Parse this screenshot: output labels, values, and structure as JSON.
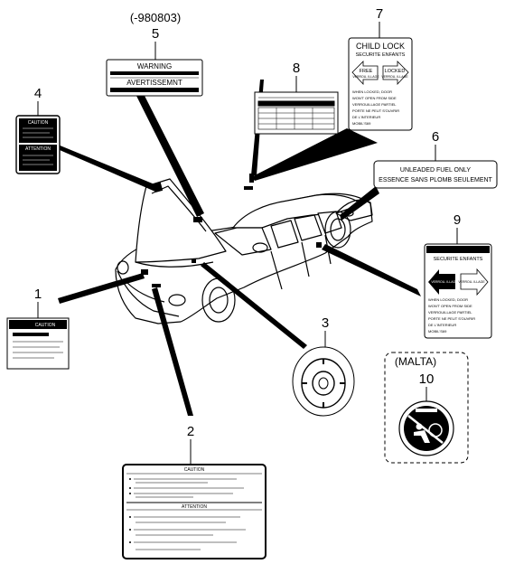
{
  "callouts": [
    {
      "num": "1"
    },
    {
      "num": "2"
    },
    {
      "num": "3"
    },
    {
      "num": "4"
    },
    {
      "num": "5"
    },
    {
      "num": "6"
    },
    {
      "num": "7"
    },
    {
      "num": "8"
    },
    {
      "num": "9"
    },
    {
      "num": "10"
    }
  ],
  "notes": {
    "item5": "(-980803)",
    "item10": "(MALTA)"
  },
  "labels": {
    "item1": {
      "title": "CAUTION"
    },
    "item2": {
      "top_title": "CAUTION",
      "bottom_title": "ATTENTION"
    },
    "item4": {
      "top": "CAUTION",
      "bottom": "ATTENTION"
    },
    "item5": {
      "line1": "WARNING",
      "line2": "AVERTISSEMNT"
    },
    "item6": {
      "line1": "UNLEADED FUEL ONLY",
      "line2": "ESSENCE SANS PLOMB SEULEMENT"
    },
    "item7": {
      "title": "CHILD LOCK",
      "subtitle": "SECURITE ENFANTS",
      "free": "FREE",
      "free_fr": "VERROU- ILLAGE",
      "locked": "LOCKED",
      "locked_fr": "VERROU- ILLAGE",
      "lines": [
        "WHEN LOCKED, DOOR",
        "WON'T OPEN FROM SIDE",
        "VERROUILLAGE PARTIEL",
        "PORTE NE PEUT S'OUVRIR",
        "DE L'INTERIEUR",
        "MOBIL'S69"
      ]
    },
    "item9": {
      "subtitle": "SECURITE ENFANTS",
      "free_fr": "VERROU- ILLAGE",
      "locked_fr": "VERROU- ILLAGE",
      "lines": [
        "WHEN LOCKED, DOOR",
        "WON'T OPEN FROM SIDE",
        "VERROUILLAGE PARTIEL",
        "PORTE NE PEUT S'OUVRIR",
        "DE L'INTERIEUR",
        "MOBIL'S69"
      ]
    }
  }
}
